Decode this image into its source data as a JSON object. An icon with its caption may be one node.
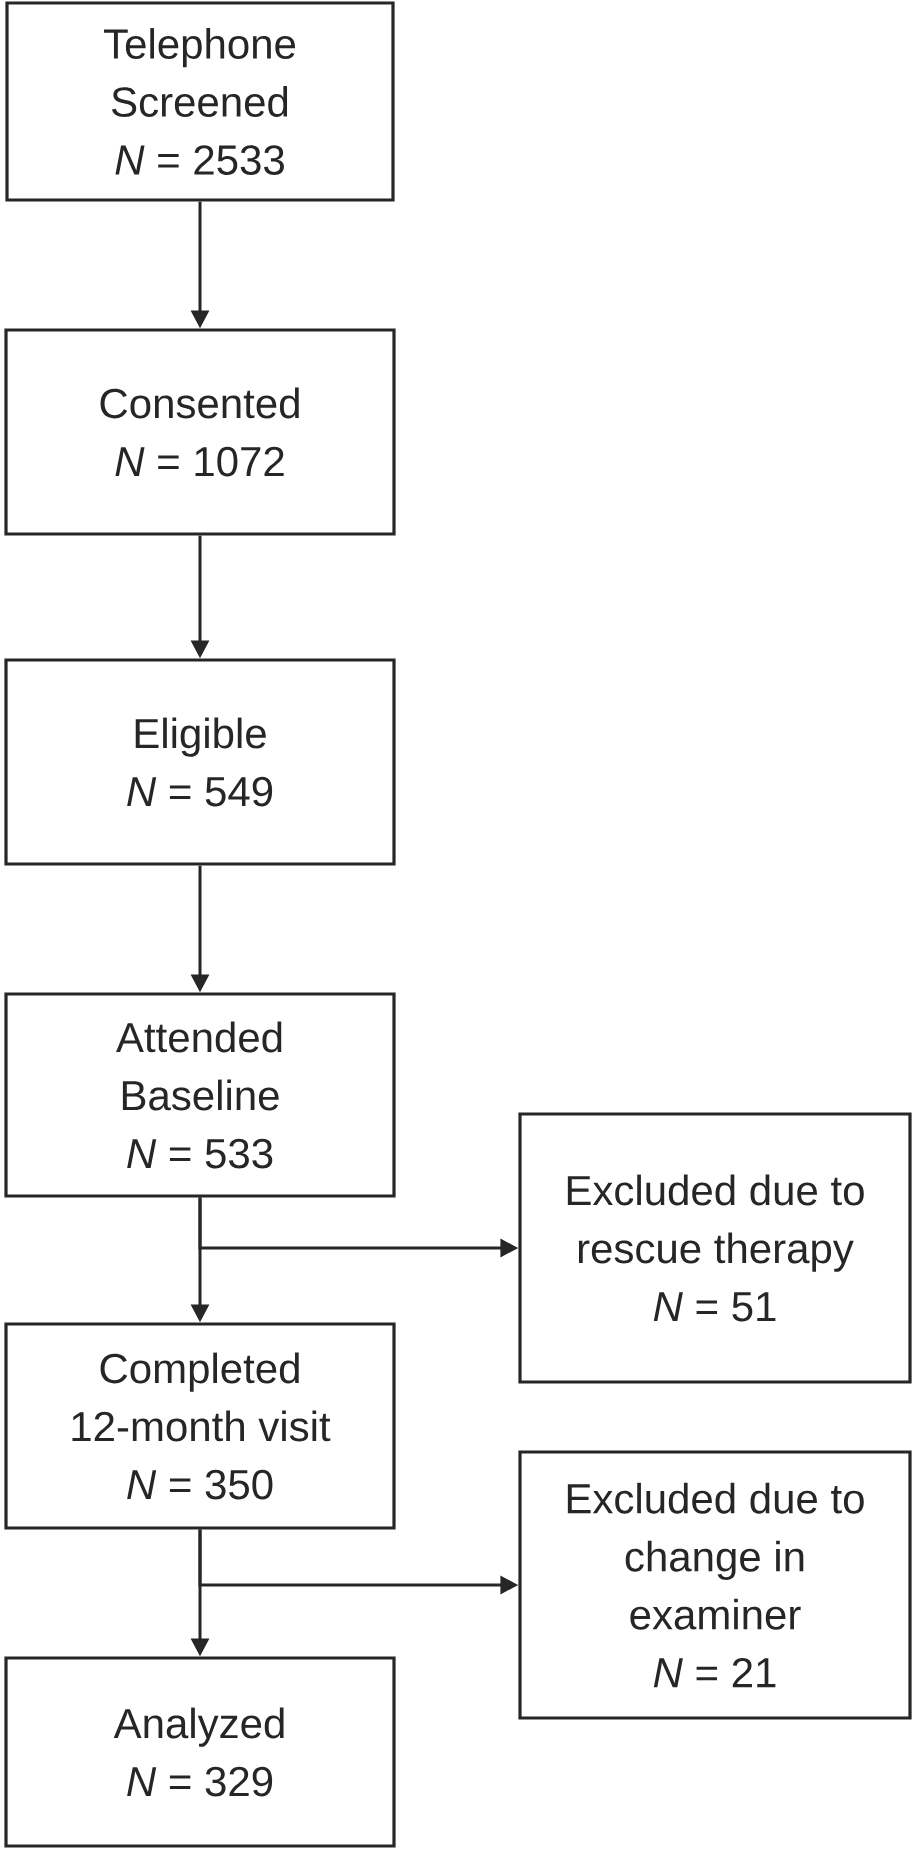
{
  "diagram": {
    "nodes": [
      {
        "text": [
          "Telephone Screened",
          "*N* = 2533"
        ]
      },
      {
        "text": [
          "Consented",
          "*N* = 1072"
        ]
      },
      {
        "text": [
          "Eligible",
          "*N* = 549"
        ]
      },
      {
        "text": [
          "Attended Baseline",
          "*N* = 533"
        ]
      },
      {
        "text": [
          "Excluded due to rescue therapy",
          "*N* = 51"
        ]
      },
      {
        "text": [
          "Completed 12-month visit",
          "*N* = 350"
        ]
      },
      {
        "text": [
          "Excluded due to change in examiner",
          "*N* = 21"
        ]
      },
      {
        "text": [
          "Analyzed",
          "*N* = 329"
        ]
      }
    ],
    "edges": [
      {
        "from": 0,
        "to": 1,
        "arrow": "to"
      },
      {
        "from": 1,
        "to": 2,
        "arrow": "to"
      },
      {
        "from": 2,
        "to": 3,
        "arrow": "to"
      },
      {
        "from": 3,
        "to": 5,
        "arrow": "to"
      },
      {
        "from": 3,
        "to": 4,
        "arrow": "to"
      },
      {
        "from": 5,
        "to": 7,
        "arrow": "to"
      },
      {
        "from": 5,
        "to": 6,
        "arrow": "to"
      }
    ]
  }
}
